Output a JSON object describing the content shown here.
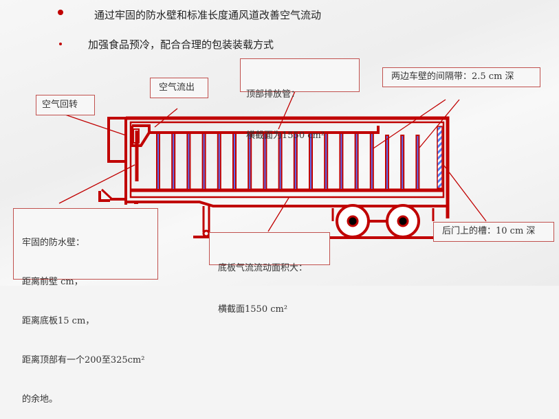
{
  "bullets": [
    "通过牢固的防水壁和标准长度通风道改善空气流动",
    "加强食品预冷，配合合理的包装装载方式"
  ],
  "labels": {
    "air_return": "空气回转",
    "air_out": "空气流出",
    "top_duct": [
      "顶部排放管：",
      "横截面为1550 cm²"
    ],
    "side_gap": "两边车壁的间隔带：2.5 cm 深",
    "rear_door": "后门上的槽：10 cm 深",
    "floor_flow": [
      "底板气流流动面积大：",
      "横截面1550 cm²"
    ],
    "bulkhead": [
      "牢固的防水壁：",
      "距离前壁 cm，",
      "距离底板15 cm，",
      "距离顶部有一个200至325cm²",
      "的余地。"
    ]
  },
  "colors": {
    "frame": "#c00000",
    "slat_stripe": "#5b6cf0",
    "box_border": "#c0504d"
  }
}
